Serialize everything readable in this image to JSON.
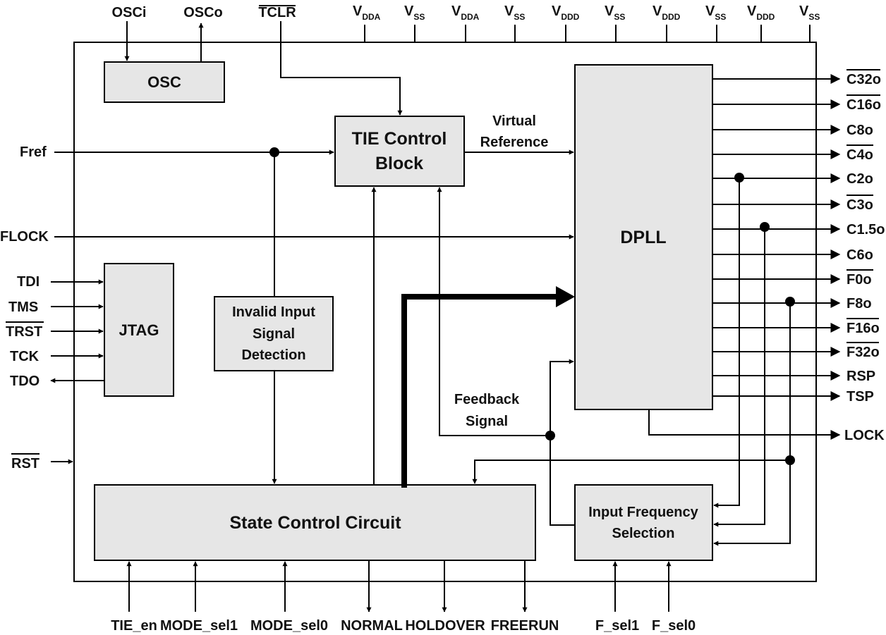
{
  "blocks": {
    "osc": "OSC",
    "tie": [
      "TIE Control",
      "Block"
    ],
    "dpll": "DPLL",
    "jtag": "JTAG",
    "invalid": [
      "Invalid Input",
      "Signal",
      "Detection"
    ],
    "state": "State Control Circuit",
    "ifs": [
      "Input Frequency",
      "Selection"
    ]
  },
  "top_pins": {
    "osci": "OSCi",
    "osco": "OSCo",
    "tclr": "TCLR"
  },
  "supply_pins": [
    {
      "v": "V",
      "sub": "DDA"
    },
    {
      "v": "V",
      "sub": "SS"
    },
    {
      "v": "V",
      "sub": "DDA"
    },
    {
      "v": "V",
      "sub": "SS"
    },
    {
      "v": "V",
      "sub": "DDD"
    },
    {
      "v": "V",
      "sub": "SS"
    },
    {
      "v": "V",
      "sub": "DDD"
    },
    {
      "v": "V",
      "sub": "SS"
    },
    {
      "v": "V",
      "sub": "DDD"
    },
    {
      "v": "V",
      "sub": "SS"
    }
  ],
  "left_pins": {
    "fref": "Fref",
    "flock": "FLOCK",
    "tdi": "TDI",
    "tms": "TMS",
    "trst": "TRST",
    "tck": "TCK",
    "tdo": "TDO",
    "rst": "RST"
  },
  "right_pins": {
    "c32o": "C32o",
    "c16o": "C16o",
    "c8o": "C8o",
    "c4o": "C4o",
    "c2o": "C2o",
    "c3o": "C3o",
    "c15o": "C1.5o",
    "c6o": "C6o",
    "f0o": "F0o",
    "f8o": "F8o",
    "f16o": "F16o",
    "f32o": "F32o",
    "rsp": "RSP",
    "tsp": "TSP",
    "lock": "LOCK"
  },
  "bottom_pins": {
    "tie_en": "TIE_en",
    "mode_sel1": "MODE_sel1",
    "mode_sel0": "MODE_sel0",
    "normal": "NORMAL",
    "holdover": "HOLDOVER",
    "freerun": "FREERUN",
    "f_sel1": "F_sel1",
    "f_sel0": "F_sel0"
  },
  "signals": {
    "virtual_reference": [
      "Virtual",
      "Reference"
    ],
    "feedback": [
      "Feedback",
      "Signal"
    ]
  }
}
